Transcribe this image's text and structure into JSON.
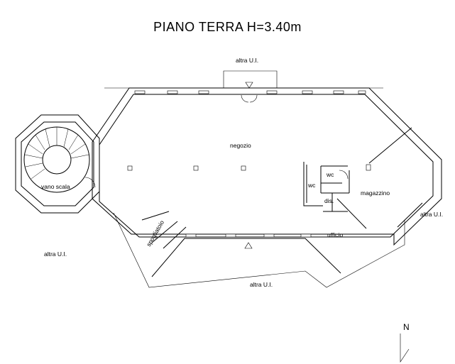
{
  "title": "PIANO TERRA  H=3.40m",
  "rooms": {
    "negozio": "negozio",
    "vano_scala": "vano scala",
    "spogliatoio": "spogliatoio",
    "wc1": "wc",
    "wc2": "wc",
    "dis": "dis.",
    "magazzino": "magazzino",
    "ufficio": "ufficio"
  },
  "neighbors": {
    "top": "altra U.I.",
    "right": "altra U.I.",
    "bottom": "altra U.I.",
    "left": "altra U.I."
  },
  "compass": {
    "label": "N"
  }
}
